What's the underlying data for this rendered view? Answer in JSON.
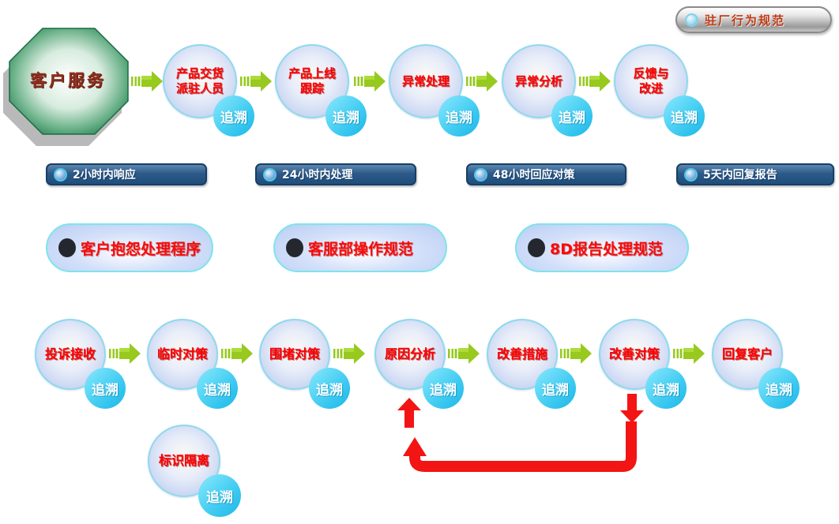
{
  "start": {
    "label": "客户服务"
  },
  "badge": {
    "label": "驻厂行为规范"
  },
  "trace_label": "追溯",
  "top_flow": [
    {
      "label": "产品交货\n派驻人员"
    },
    {
      "label": "产品上线\n跟踪"
    },
    {
      "label": "异常处理"
    },
    {
      "label": "异常分析"
    },
    {
      "label": "反馈与\n改进"
    }
  ],
  "sla_bars": [
    {
      "label": "2小时内响应"
    },
    {
      "label": "24小时内处理"
    },
    {
      "label": "48小时回应对策"
    },
    {
      "label": "5天内回复报告"
    }
  ],
  "docs": [
    {
      "label": "客户抱怨处理程序"
    },
    {
      "label": "客服部操作规范"
    },
    {
      "label": "8D报告处理规范"
    }
  ],
  "bottom_flow": [
    {
      "label": "投诉接收"
    },
    {
      "label": "临时对策"
    },
    {
      "label": "围堵对策"
    },
    {
      "label": "原因分析"
    },
    {
      "label": "改善措施"
    },
    {
      "label": "改善对策"
    },
    {
      "label": "回复客户"
    }
  ],
  "isolation": {
    "label": "标识隔离"
  },
  "colors": {
    "step_text": "#ff0000",
    "trace_fill": "#2fc5ef",
    "arrow_green": "#97c91e",
    "bar_fill": "#2d5a88",
    "accent_red": "#f31414",
    "badge_text": "#bf3a16",
    "start_green": "#247a50"
  }
}
